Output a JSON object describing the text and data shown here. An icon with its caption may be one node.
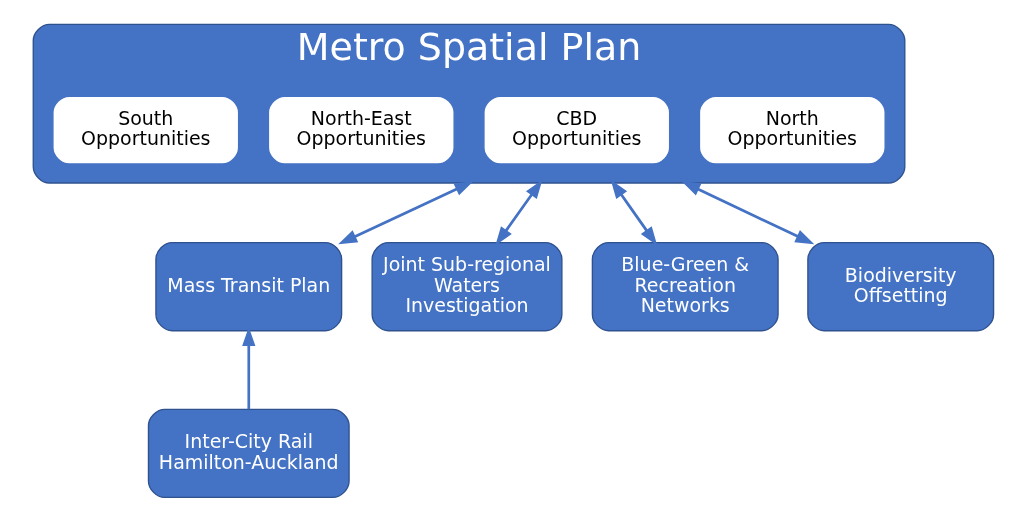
{
  "diagram": {
    "nodes": [
      {
        "text": [
          "Metro Spatial Plan"
        ]
      },
      {
        "text": [
          "North Opportunities"
        ],
        "in": 0
      },
      {
        "text": [
          "CBD Opportunities"
        ],
        "in": 0
      },
      {
        "text": [
          "North-East Opportunities"
        ],
        "in": 0
      },
      {
        "text": [
          "South Opportunities"
        ],
        "in": 0
      },
      {
        "text": [
          "Mass Transit Plan"
        ]
      },
      {
        "text": [
          "Joint Sub-regional Waters Investigation"
        ]
      },
      {
        "text": [
          "Blue-Green & Recreation Networks"
        ]
      },
      {
        "text": [
          "Biodiversity Offsetting"
        ]
      },
      {
        "text": [
          "Inter-City Rail Hamilton-Auckland"
        ]
      }
    ],
    "edges": [
      {
        "from": 0,
        "to": 5,
        "arrow": "both"
      },
      {
        "from": 0,
        "to": 6,
        "arrow": "both"
      },
      {
        "from": 0,
        "to": 7,
        "arrow": "both"
      },
      {
        "from": 0,
        "to": 8,
        "arrow": "both"
      },
      {
        "from": 9,
        "to": 5,
        "arrow": "to"
      }
    ]
  }
}
